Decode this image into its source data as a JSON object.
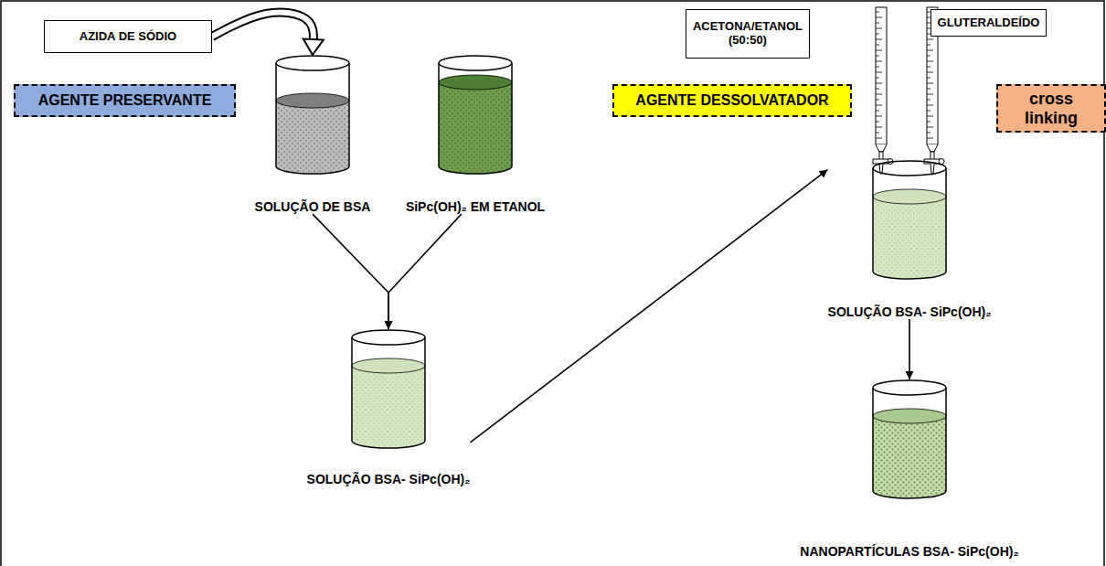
{
  "diagram": {
    "nodes": [
      {
        "text": [
          "AZIDA DE SÓDIO"
        ]
      },
      {
        "text": [
          "AGENTE PRESERVANTE"
        ]
      },
      {
        "text": [
          "SOLUÇÃO DE BSA"
        ]
      },
      {
        "text": [
          "SiPc(OH)₂ EM ETANOL"
        ]
      },
      {
        "text": [
          "ACETONA/ETANOL (50:50)"
        ]
      },
      {
        "text": [
          "GLUTERALDEÍDO"
        ]
      },
      {
        "text": [
          "AGENTE DESSOLVATADOR"
        ]
      },
      {
        "text": [
          "cross linking"
        ]
      },
      {
        "text": [
          "SOLUÇÃO BSA- SiPc(OH)₂"
        ]
      },
      {
        "text": [
          "SOLUÇÃO BSA- SiPc(OH)₂"
        ]
      },
      {
        "text": [
          "NANOPARTÍCULAS BSA- SiPc(OH)₂"
        ]
      }
    ],
    "edges": [
      {
        "from": 0,
        "to": 2,
        "arrow": "to"
      },
      {
        "from": 2,
        "to": 8,
        "arrow": "to"
      },
      {
        "from": 3,
        "to": 8,
        "arrow": "to"
      },
      {
        "from": 8,
        "to": 9,
        "arrow": "to"
      },
      {
        "from": 9,
        "to": 10,
        "arrow": "to"
      }
    ]
  }
}
